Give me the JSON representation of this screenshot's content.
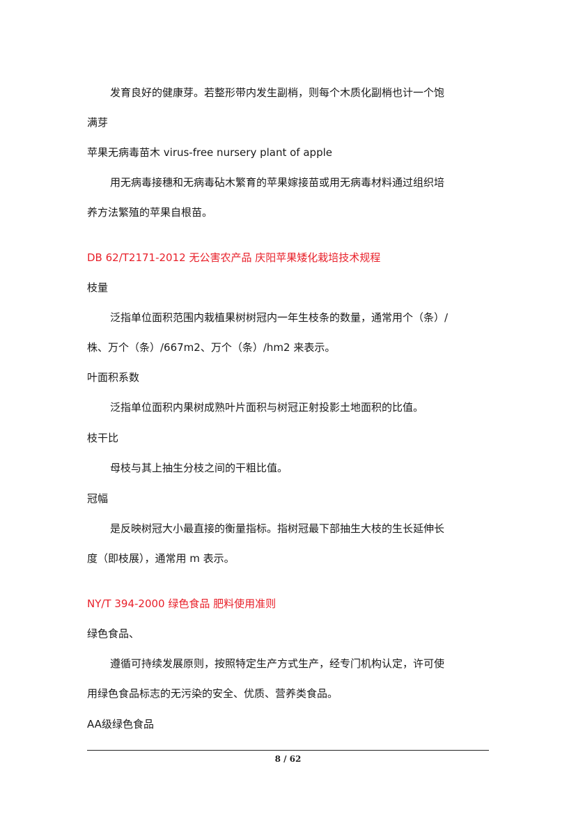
{
  "lines": [
    "发育良好的健康芽。若整形带内发生副梢，则每个木质化副梢也计一个饱",
    "满芽",
    "苹果无病毒苗木 virus-free nursery plant of apple",
    "用无病毒接穗和无病毒砧木繁育的苹果嫁接苗或用无病毒材料通过组织培",
    "养方法繁殖的苹果自根苗。",
    "DB 62/T2171-2012 无公害农产品 庆阳苹果矮化栽培技术规程",
    "枝量",
    "泛指单位面积范围内栽植果树树冠内一年生枝条的数量，通常用个（条）/",
    "株、万个（条）/667m2、万个（条）/hm2 来表示。",
    "叶面积系数",
    "泛指单位面积内果树成熟叶片面积与树冠正射投影土地面积的比值。",
    "枝干比",
    "母枝与其上抽生分枝之间的干粗比值。",
    "冠幅",
    "是反映树冠大小最直接的衡量指标。指树冠最下部抽生大枝的生长延伸长",
    "度（即枝展），通常用 m 表示。",
    "NY/T 394-2000 绿色食品 肥料使用准则",
    "绿色食品、",
    "遵循可持续发展原则，按照特定生产方式生产，经专门机构认定，许可使",
    "用绿色食品标志的无污染的安全、优质、营养类食品。",
    "AA级绿色食品"
  ],
  "footer": {
    "page": "8 / 62"
  },
  "colors": {
    "heading": "#e8202a",
    "text": "#1a1a1a"
  }
}
